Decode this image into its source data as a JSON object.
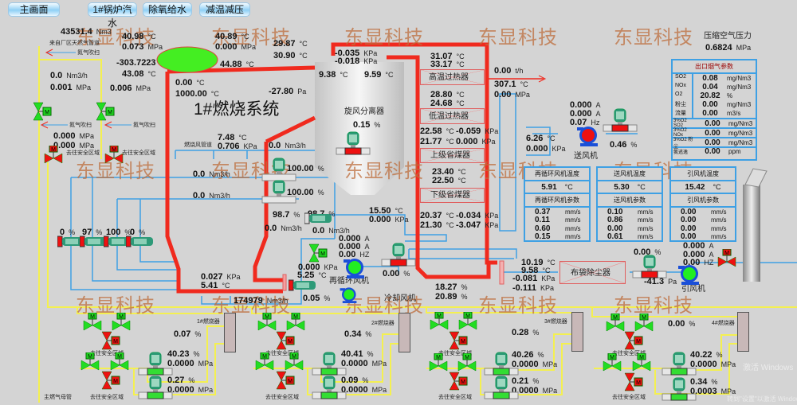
{
  "nav": [
    "主画面",
    "1#锅炉汽水",
    "除氧给水",
    "减温减压"
  ],
  "title": "1#燃烧系统",
  "watermark": "东显科技",
  "labels": {
    "gas_source": "来自厂区天然气管道",
    "n2_purge_1": "氮气吹扫",
    "n2_purge_2": "氮气吹扫",
    "n2_purge_3": "氮气吹扫",
    "safe_1": "去往安全区域",
    "safe_2": "去往安全区域",
    "air_duct": "燃烧风管道",
    "cyclone": "旋风分离器",
    "hp_superheater": "高温过热器",
    "lp_superheater": "低温过热器",
    "upper_economizer": "上级省煤器",
    "lower_economizer": "下级省煤器",
    "recirc_fan": "再循环风机",
    "cooling_fan": "冷却风机",
    "fd_fan": "送风机",
    "id_fan": "引风机",
    "baghouse": "布袋除尘器",
    "comp_air": "压缩空气压力",
    "main_gas": "主燃气母管",
    "burner1": "1#燃烧器",
    "burner2": "2#燃烧器",
    "burner3": "3#燃烧器",
    "burner4": "4#燃烧器",
    "b1_safe_a": "去往安全区域",
    "b1_safe_b": "去往安全区域",
    "b2_safe_a": "去往安全区域",
    "b2_safe_b": "去往安全区域",
    "b3_safe_a": "去往安全区域",
    "b3_safe_b": "去往安全区域",
    "b4_safe_a": "去往安全区域",
    "b4_safe_b": "去往安全区域"
  },
  "readouts": {
    "gas_total": {
      "v": "43531.4",
      "u": "Nm3"
    },
    "gas_t1": {
      "v": "40.98",
      "u": "°C"
    },
    "gas_p1": {
      "v": "0.073",
      "u": "MPa"
    },
    "gas_t2": {
      "v": "40.89",
      "u": "°C"
    },
    "gas_p2": {
      "v": "0.000",
      "u": "MPa"
    },
    "t_a": {
      "v": "29.87",
      "u": "°C"
    },
    "t_b": {
      "v": "30.90",
      "u": "°C"
    },
    "gas_flow": {
      "v": "-303.7223",
      "u": ""
    },
    "gas_t3": {
      "v": "43.08",
      "u": "°C"
    },
    "drum_t": {
      "v": "44.88",
      "u": "°C"
    },
    "n2_flow": {
      "v": "0.0",
      "u": "Nm3/h"
    },
    "n2_p": {
      "v": "0.001",
      "u": "MPa"
    },
    "n2_p2": {
      "v": "0.006",
      "u": "MPa"
    },
    "furnace_t1": {
      "v": "0.00",
      "u": "°C"
    },
    "furnace_t2": {
      "v": "1000.00",
      "u": "°C"
    },
    "furnace_p": {
      "v": "-27.80",
      "u": "Pa"
    },
    "air_t": {
      "v": "7.48",
      "u": "°C"
    },
    "air_p": {
      "v": "0.706",
      "u": "KPa"
    },
    "air_flow": {
      "v": "0.0",
      "u": "Nm3/h"
    },
    "left_p1": {
      "v": "0.000",
      "u": "MPa"
    },
    "left_p2": {
      "v": "0.000",
      "u": "MPa"
    },
    "sec_flow1": {
      "v": "0.0",
      "u": "Nm3/h"
    },
    "sec_flow2": {
      "v": "0.0",
      "u": "Nm3/h"
    },
    "damper_a": {
      "v": "100.00",
      "u": "%"
    },
    "damper_b": {
      "v": "100.00",
      "u": "%"
    },
    "damper_c": {
      "v": "98.7",
      "u": "%"
    },
    "damper_d": {
      "v": "98.7",
      "u": "%"
    },
    "flow_c": {
      "v": "0.0",
      "u": "Nm3/h"
    },
    "flow_d": {
      "v": "0.0",
      "u": "Nm3/h"
    },
    "pa1": {
      "v": "0",
      "u": "%"
    },
    "pa2": {
      "v": "97",
      "u": "%"
    },
    "pa3": {
      "v": "100",
      "u": "%"
    },
    "pa4": {
      "v": "0",
      "u": "%"
    },
    "bottom_p": {
      "v": "0.027",
      "u": "KPa"
    },
    "bottom_t": {
      "v": "5.41",
      "u": "°C"
    },
    "total_air": {
      "v": "174979",
      "u": "Nm3/h"
    },
    "recirc_p": {
      "v": "0.000",
      "u": "KPa"
    },
    "recirc_t": {
      "v": "5.25",
      "u": "°C"
    },
    "recirc_valve": {
      "v": "0.05",
      "u": "%"
    },
    "recirc_i1": {
      "v": "0.000",
      "u": "A"
    },
    "recirc_i2": {
      "v": "0.000",
      "u": "A"
    },
    "recirc_hz": {
      "v": "0.00",
      "u": "HZ"
    },
    "recirc_damper": {
      "v": "0.00",
      "u": "%"
    },
    "cyc_p1": {
      "v": "-0.035",
      "u": "KPa"
    },
    "cyc_p2": {
      "v": "-0.018",
      "u": "KPa"
    },
    "cyc_t1": {
      "v": "9.38",
      "u": "°C"
    },
    "cyc_t2": {
      "v": "9.59",
      "u": "°C"
    },
    "cyc_valve": {
      "v": "0.15",
      "u": "%"
    },
    "mid_t": {
      "v": "15.50",
      "u": "°C"
    },
    "mid_p": {
      "v": "0.000",
      "u": "KPa"
    },
    "hp_t1": {
      "v": "31.07",
      "u": "°C"
    },
    "hp_t2": {
      "v": "33.17",
      "u": "°C"
    },
    "lp_t1": {
      "v": "28.80",
      "u": "°C"
    },
    "lp_t2": {
      "v": "24.68",
      "u": "°C"
    },
    "ue_t1": {
      "v": "22.58",
      "u": "°C"
    },
    "ue_p1": {
      "v": "-0.059",
      "u": "KPa"
    },
    "ue_t2": {
      "v": "21.77",
      "u": "°C"
    },
    "ue_p2": {
      "v": "0.000",
      "u": "KPa"
    },
    "le_t1": {
      "v": "23.40",
      "u": "°C"
    },
    "le_t2": {
      "v": "22.50",
      "u": "°C"
    },
    "out_t1": {
      "v": "20.37",
      "u": "°C"
    },
    "out_p1": {
      "v": "-0.034",
      "u": "KPa"
    },
    "out_t2": {
      "v": "21.30",
      "u": "°C"
    },
    "out_p2": {
      "v": "-3.047",
      "u": "KPa"
    },
    "steam_flow": {
      "v": "0.00",
      "u": "t/h"
    },
    "steam_t": {
      "v": "307.1",
      "u": "°C"
    },
    "steam_p": {
      "v": "0.00",
      "u": "MPa"
    },
    "o2_a": {
      "v": "18.27",
      "u": "%"
    },
    "o2_b": {
      "v": "20.89",
      "u": "%"
    },
    "bag_t1": {
      "v": "10.19",
      "u": "°C"
    },
    "bag_t2": {
      "v": "9.58",
      "u": "°C"
    },
    "bag_p1": {
      "v": "-0.081",
      "u": "KPa"
    },
    "bag_p2": {
      "v": "-0.111",
      "u": "KPa"
    },
    "id_damper": {
      "v": "0.00",
      "u": "%"
    },
    "id_pressure": {
      "v": "-41.3",
      "u": "Pa"
    },
    "id_i1": {
      "v": "0.000",
      "u": "A"
    },
    "id_i2": {
      "v": "0.000",
      "u": "A"
    },
    "id_hz": {
      "v": "0.00",
      "u": "HZ"
    },
    "fd_i1": {
      "v": "0.000",
      "u": "A"
    },
    "fd_i2": {
      "v": "0.000",
      "u": "A"
    },
    "fd_hz": {
      "v": "0.07",
      "u": "Hz"
    },
    "fd_damper": {
      "v": "0.46",
      "u": "%"
    },
    "fd_t": {
      "v": "6.26",
      "u": "°C"
    },
    "fd_p": {
      "v": "0.000",
      "u": "KPa"
    },
    "comp_air_p": {
      "v": "0.6824",
      "u": "MPa"
    },
    "b1_valve": {
      "v": "0.07",
      "u": "%"
    },
    "b1_f1": {
      "v": "40.23",
      "u": "%"
    },
    "b1_p1": {
      "v": "0.0000",
      "u": "MPa"
    },
    "b1_f2": {
      "v": "0.27",
      "u": "%"
    },
    "b1_p2": {
      "v": "0.0000",
      "u": "MPa"
    },
    "b2_valve": {
      "v": "0.34",
      "u": "%"
    },
    "b2_f1": {
      "v": "40.41",
      "u": "%"
    },
    "b2_p1": {
      "v": "0.0000",
      "u": "MPa"
    },
    "b2_f2": {
      "v": "0.09",
      "u": "%"
    },
    "b2_p2": {
      "v": "0.0000",
      "u": "MPa"
    },
    "b3_valve": {
      "v": "0.28",
      "u": "%"
    },
    "b3_f1": {
      "v": "40.26",
      "u": "%"
    },
    "b3_p1": {
      "v": "0.0000",
      "u": "MPa"
    },
    "b3_f2": {
      "v": "0.21",
      "u": "%"
    },
    "b3_p2": {
      "v": "0.0000",
      "u": "MPa"
    },
    "b4_valve": {
      "v": "0.00",
      "u": "%"
    },
    "b4_f1": {
      "v": "40.22",
      "u": "%"
    },
    "b4_p1": {
      "v": "0.0000",
      "u": "MPa"
    },
    "b4_f2": {
      "v": "0.34",
      "u": "%"
    },
    "b4_p2": {
      "v": "0.0003",
      "u": "MPa"
    }
  },
  "emissions": {
    "title": "出口烟气参数",
    "rows": [
      {
        "name": "SO2",
        "v": "0.08",
        "u": "mg/Nm3"
      },
      {
        "name": "NOx",
        "v": "0.04",
        "u": "mg/Nm3"
      },
      {
        "name": "O2",
        "v": "20.82",
        "u": "%"
      },
      {
        "name": "粉尘",
        "v": "0.00",
        "u": "mg/Nm3"
      },
      {
        "name": "流量",
        "v": "0.00",
        "u": "m3/s"
      }
    ],
    "corrected": [
      {
        "name": "3%O2 SO2",
        "v": "0.00",
        "u": "mg/Nm3"
      },
      {
        "name": "3%O2 NOx",
        "v": "0.00",
        "u": "mg/Nm3"
      },
      {
        "name": "3%O2 粉尘",
        "v": "0.00",
        "u": "mg/Nm3"
      },
      {
        "name": "氨逃逸",
        "v": "0.00",
        "u": "ppm"
      }
    ]
  },
  "fan_panels": [
    {
      "temp_title": "再循环风机温度",
      "temp": "5.91",
      "temp_u": "°C",
      "param_title": "再循环风机参数",
      "vib": [
        "0.37",
        "0.11",
        "0.60",
        "0.15"
      ],
      "vib_u": "mm/s"
    },
    {
      "temp_title": "送风机温度",
      "temp": "5.30",
      "temp_u": "°C",
      "param_title": "送风机参数",
      "vib": [
        "0.10",
        "0.86",
        "0.00",
        "0.61"
      ],
      "vib_u": "mm/s"
    },
    {
      "temp_title": "引风机温度",
      "temp": "15.42",
      "temp_u": "°C",
      "param_title": "引风机参数",
      "vib": [
        "0.00",
        "0.00",
        "0.00",
        "0.00"
      ],
      "vib_u": "mm/s"
    }
  ],
  "windows_activation": [
    "激活 Windows",
    "转到\"设置\"以激活 Windows。"
  ],
  "colors": {
    "furnace": "#f02a1e",
    "pipe_blue": "#3ea0e4",
    "pipe_yellow": "#f4f050",
    "valve_on": "#22dd22",
    "valve_off": "#ee1111"
  }
}
